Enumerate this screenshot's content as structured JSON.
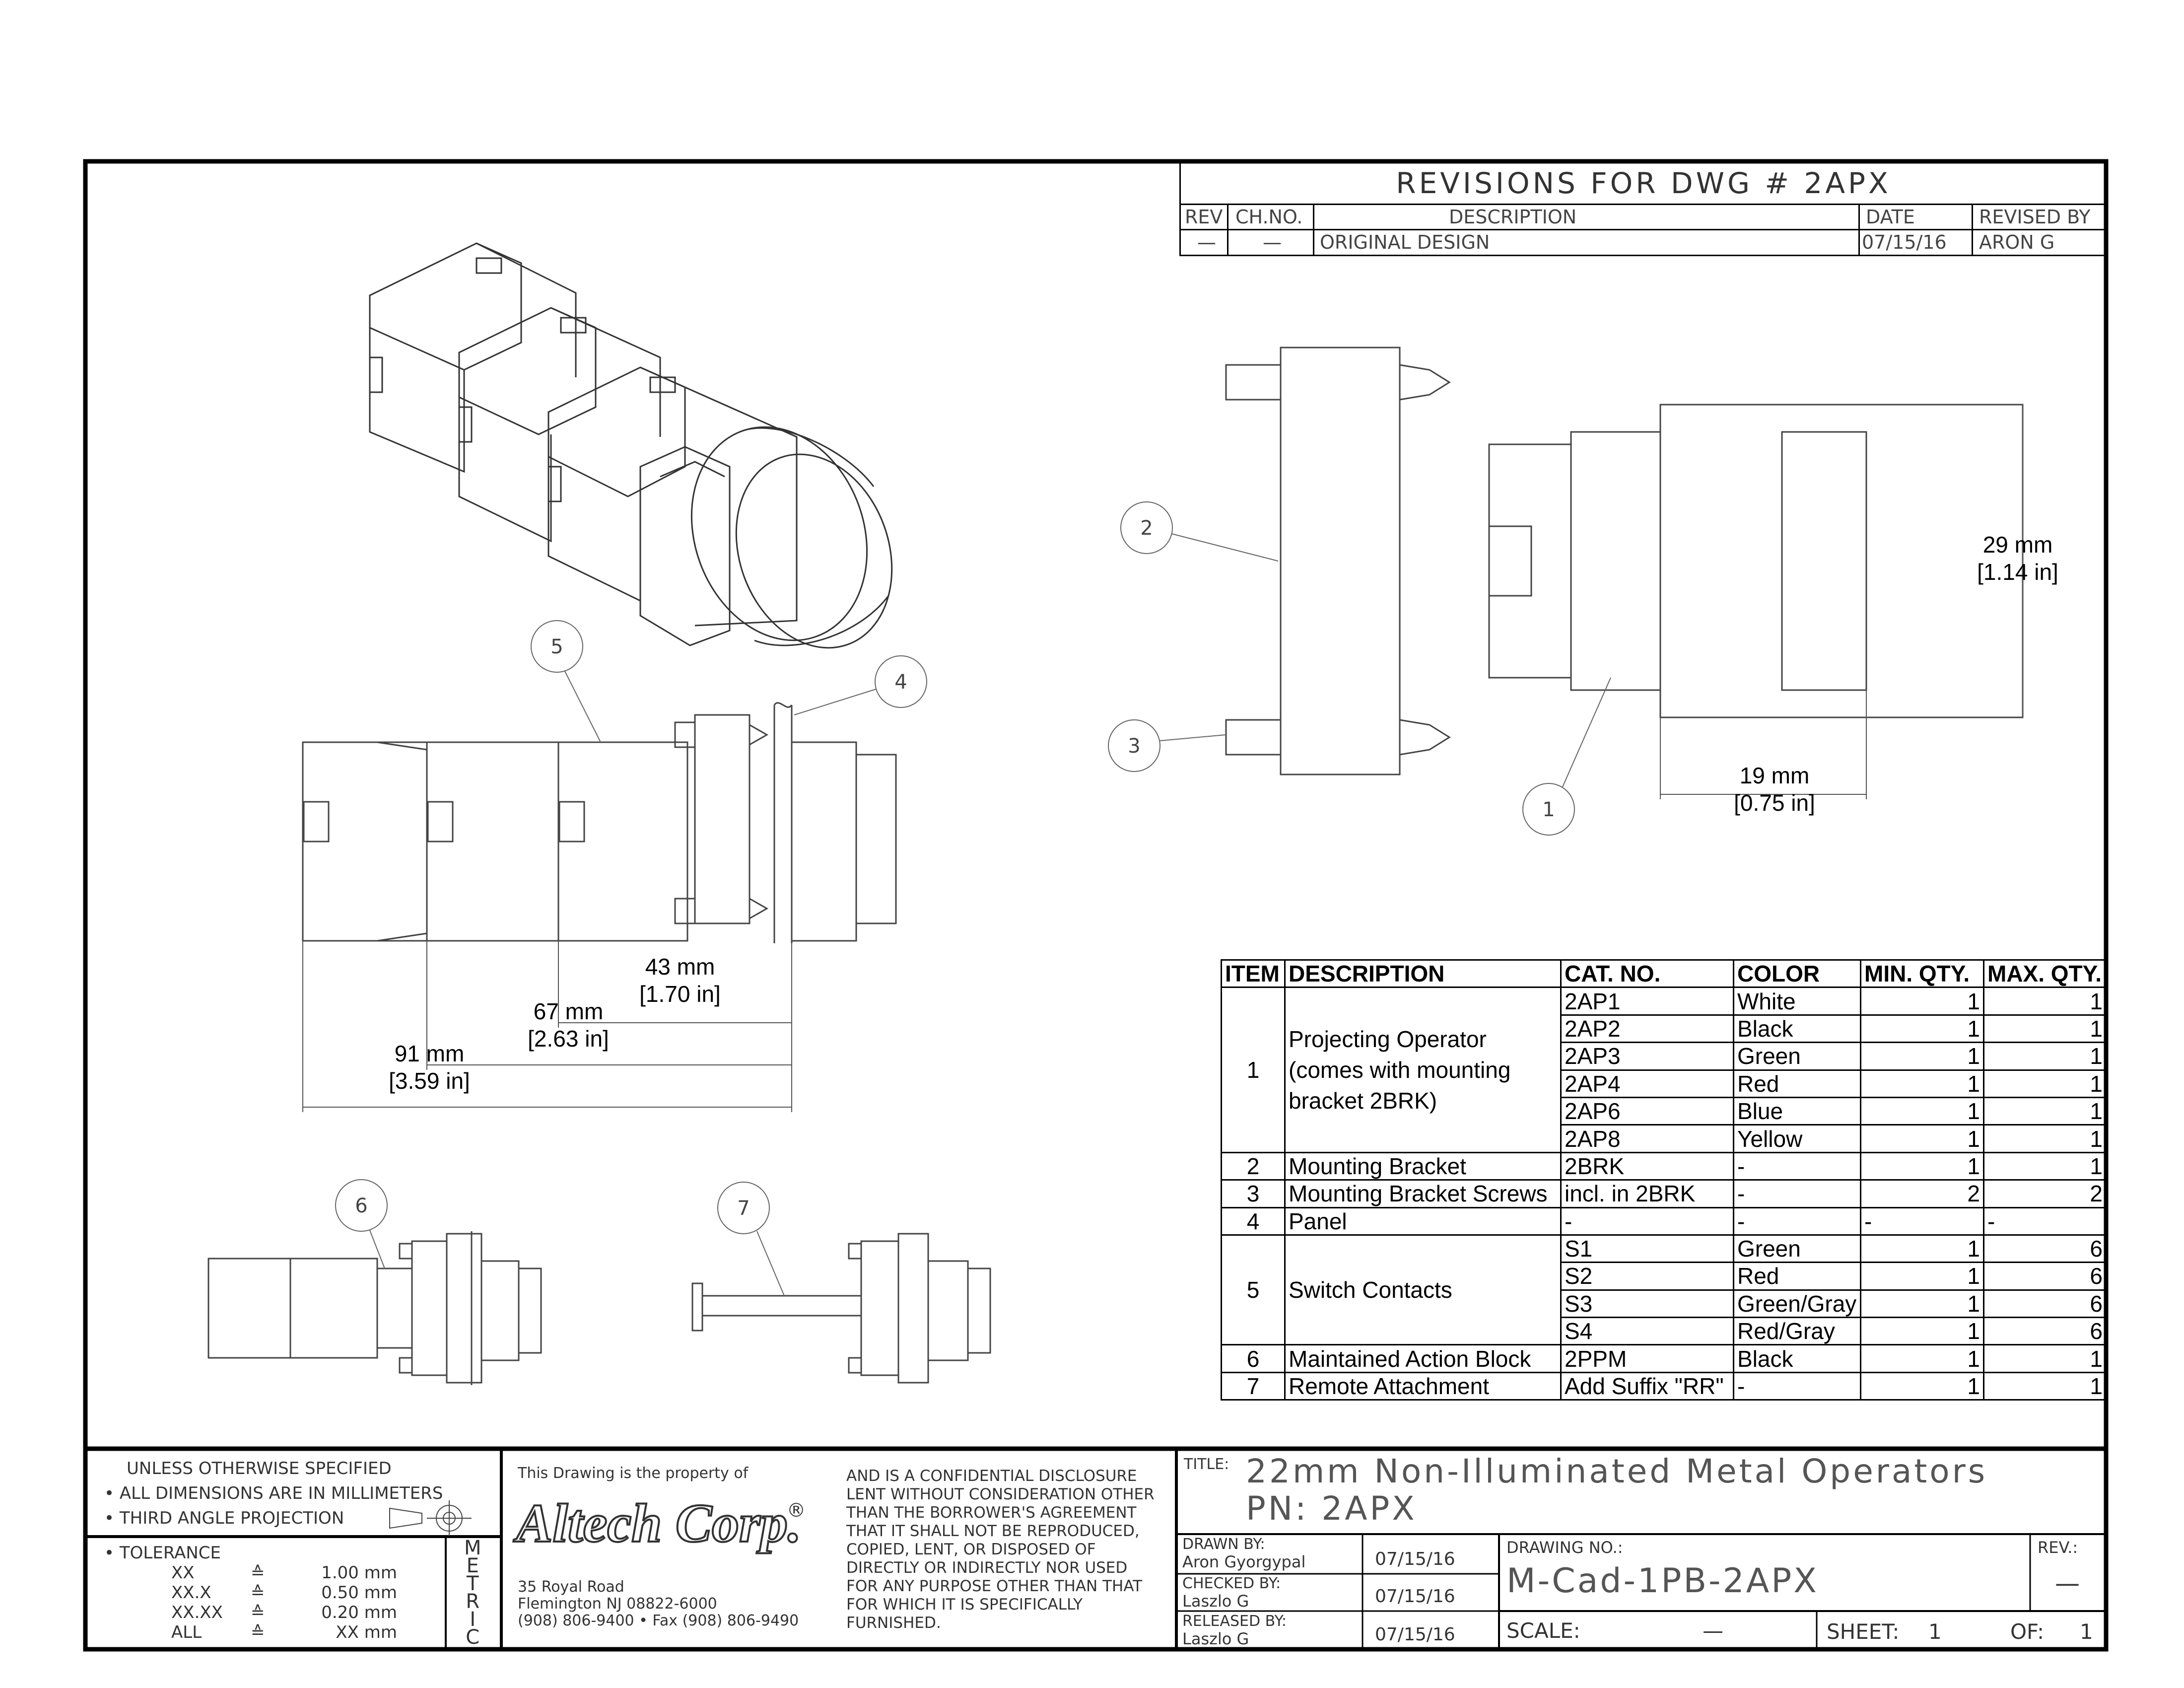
{
  "revisions": {
    "title": "REVISIONS FOR DWG # 2APX",
    "headers": {
      "rev": "REV",
      "chno": "CH.NO.",
      "description": "DESCRIPTION",
      "date": "DATE",
      "revised_by": "REVISED BY"
    },
    "rows": [
      {
        "rev": "—",
        "chno": "—",
        "description": "ORIGINAL DESIGN",
        "date": "07/15/16",
        "revised_by": "ARON G"
      }
    ]
  },
  "balloons": [
    "1",
    "2",
    "3",
    "4",
    "5",
    "6",
    "7"
  ],
  "dimensions": {
    "d43": {
      "mm": "43 mm",
      "in": "[1.70 in]"
    },
    "d67": {
      "mm": "67 mm",
      "in": "[2.63 in]"
    },
    "d91": {
      "mm": "91 mm",
      "in": "[3.59 in]"
    },
    "d29": {
      "mm": "29 mm",
      "in": "[1.14 in]"
    },
    "d19": {
      "mm": "19 mm",
      "in": "[0.75 in]"
    }
  },
  "parts_table": {
    "headers": [
      "ITEM",
      "DESCRIPTION",
      "CAT. NO.",
      "COLOR",
      "MIN. QTY.",
      "MAX. QTY."
    ],
    "item1": {
      "item": "1",
      "description_lines": [
        "Projecting Operator",
        "(comes with mounting",
        "bracket 2BRK)"
      ],
      "rows": [
        {
          "cat": "2AP1",
          "color": "White",
          "min": "1",
          "max": "1"
        },
        {
          "cat": "2AP2",
          "color": "Black",
          "min": "1",
          "max": "1"
        },
        {
          "cat": "2AP3",
          "color": "Green",
          "min": "1",
          "max": "1"
        },
        {
          "cat": "2AP4",
          "color": "Red",
          "min": "1",
          "max": "1"
        },
        {
          "cat": "2AP6",
          "color": "Blue",
          "min": "1",
          "max": "1"
        },
        {
          "cat": "2AP8",
          "color": "Yellow",
          "min": "1",
          "max": "1"
        }
      ]
    },
    "item2": {
      "item": "2",
      "description": "Mounting Bracket",
      "cat": "2BRK",
      "color": "-",
      "min": "1",
      "max": "1"
    },
    "item3": {
      "item": "3",
      "description": "Mounting Bracket Screws",
      "cat": "incl. in 2BRK",
      "color": "-",
      "min": "2",
      "max": "2"
    },
    "item4": {
      "item": "4",
      "description": "Panel",
      "cat": "-",
      "color": "-",
      "min": "-",
      "max": "-"
    },
    "item5": {
      "item": "5",
      "description": "Switch Contacts",
      "rows": [
        {
          "cat": "S1",
          "color": "Green",
          "min": "1",
          "max": "6"
        },
        {
          "cat": "S2",
          "color": "Red",
          "min": "1",
          "max": "6"
        },
        {
          "cat": "S3",
          "color": "Green/Gray",
          "min": "1",
          "max": "6"
        },
        {
          "cat": "S4",
          "color": "Red/Gray",
          "min": "1",
          "max": "6"
        }
      ]
    },
    "item6": {
      "item": "6",
      "description": "Maintained Action Block",
      "cat": "2PPM",
      "color": "Black",
      "min": "1",
      "max": "1"
    },
    "item7": {
      "item": "7",
      "description": "Remote Attachment",
      "cat": "Add Suffix \"RR\"",
      "color": "-",
      "min": "1",
      "max": "1"
    }
  },
  "title_block": {
    "notes": [
      "UNLESS OTHERWISE SPECIFIED",
      "ALL DIMENSIONS ARE IN MILLIMETERS",
      "THIRD ANGLE PROJECTION"
    ],
    "tolerance_label": "TOLERANCE",
    "tolerances": [
      {
        "k": "XX",
        "v": "1.00 mm"
      },
      {
        "k": "XX.X",
        "v": "0.50 mm"
      },
      {
        "k": "XX.XX",
        "v": "0.20 mm"
      },
      {
        "k": "ALL",
        "v": "XX mm"
      }
    ],
    "tolerance_symbol": "≙",
    "metric": [
      "M",
      "E",
      "T",
      "R",
      "I",
      "C"
    ],
    "property_text": "This Drawing is the property of",
    "company": "Altech Corp.",
    "registered": "®",
    "address": [
      "35 Royal Road",
      "Flemington NJ 08822-6000",
      "(908) 806-9400 • Fax (908) 806-9490"
    ],
    "disclosure": [
      "AND IS A CONFIDENTIAL DISCLOSURE",
      "LENT WITHOUT CONSIDERATION OTHER",
      "THAN THE BORROWER'S AGREEMENT",
      "THAT IT SHALL NOT BE REPRODUCED,",
      "COPIED, LENT, OR DISPOSED OF",
      "DIRECTLY OR INDIRECTLY NOR USED",
      "FOR ANY PURPOSE OTHER THAN THAT",
      "FOR WHICH IT IS SPECIFICALLY",
      "FURNISHED."
    ],
    "title_label": "TITLE:",
    "title_line1": "22mm Non-Illuminated Metal Operators",
    "title_line2": "PN: 2APX",
    "drawn_by_label": "DRAWN BY:",
    "drawn_by": "Aron Gyorgypal",
    "drawn_date": "07/15/16",
    "checked_by_label": "CHECKED BY:",
    "checked_by": "Laszlo G",
    "checked_date": "07/15/16",
    "released_by_label": "RELEASED BY:",
    "released_by": "Laszlo G",
    "released_date": "07/15/16",
    "drawing_no_label": "DRAWING NO.:",
    "drawing_no": "M-Cad-1PB-2APX",
    "rev_label": "REV.:",
    "rev": "—",
    "scale_label": "SCALE:",
    "scale": "—",
    "sheet_label": "SHEET:",
    "sheet": "1",
    "of_label": "OF:",
    "of": "1"
  }
}
